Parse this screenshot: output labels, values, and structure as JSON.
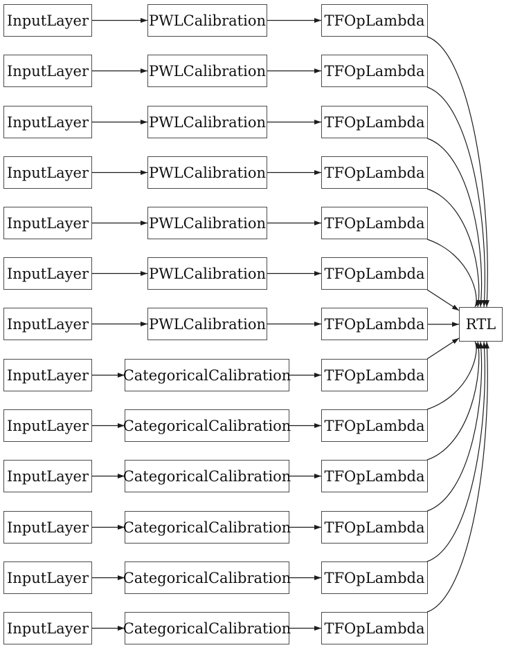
{
  "diagram": {
    "rows": [
      {
        "input": "InputLayer",
        "calibration": "PWLCalibration",
        "op": "TFOpLambda"
      },
      {
        "input": "InputLayer",
        "calibration": "PWLCalibration",
        "op": "TFOpLambda"
      },
      {
        "input": "InputLayer",
        "calibration": "PWLCalibration",
        "op": "TFOpLambda"
      },
      {
        "input": "InputLayer",
        "calibration": "PWLCalibration",
        "op": "TFOpLambda"
      },
      {
        "input": "InputLayer",
        "calibration": "PWLCalibration",
        "op": "TFOpLambda"
      },
      {
        "input": "InputLayer",
        "calibration": "PWLCalibration",
        "op": "TFOpLambda"
      },
      {
        "input": "InputLayer",
        "calibration": "PWLCalibration",
        "op": "TFOpLambda"
      },
      {
        "input": "InputLayer",
        "calibration": "CategoricalCalibration",
        "op": "TFOpLambda"
      },
      {
        "input": "InputLayer",
        "calibration": "CategoricalCalibration",
        "op": "TFOpLambda"
      },
      {
        "input": "InputLayer",
        "calibration": "CategoricalCalibration",
        "op": "TFOpLambda"
      },
      {
        "input": "InputLayer",
        "calibration": "CategoricalCalibration",
        "op": "TFOpLambda"
      },
      {
        "input": "InputLayer",
        "calibration": "CategoricalCalibration",
        "op": "TFOpLambda"
      },
      {
        "input": "InputLayer",
        "calibration": "CategoricalCalibration",
        "op": "TFOpLambda"
      }
    ],
    "output_node": {
      "label": "RTL"
    }
  },
  "colors": {
    "background": "#ffffff",
    "node_fill": "#ffffff",
    "node_border": "#4a4a4a",
    "edge": "#1c1c1c",
    "text": "#111111"
  }
}
